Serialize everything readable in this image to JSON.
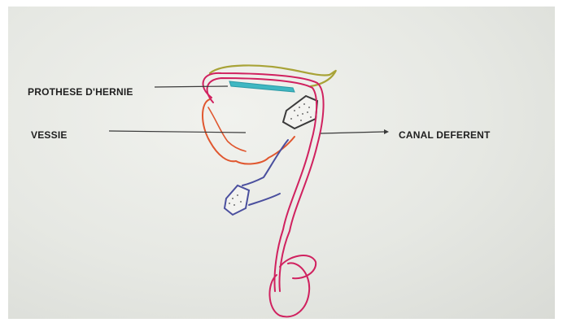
{
  "labels": {
    "prothese": "PROTHESE D'HERNIE",
    "vessie": "VESSIE",
    "canal": "CANAL DEFERENT"
  },
  "colors": {
    "canal_deferent": "#d0215f",
    "vessie_outline": "#e0572f",
    "prothese_mesh": "#3fb7c2",
    "abdominal_wall": "#a8a337",
    "urethra_blue": "#4a4f9e",
    "leader_lines": "#3a3a3a"
  },
  "icons": {
    "prothese_shape": "mesh-strip",
    "gland_shapes": "dotted-polygon"
  }
}
